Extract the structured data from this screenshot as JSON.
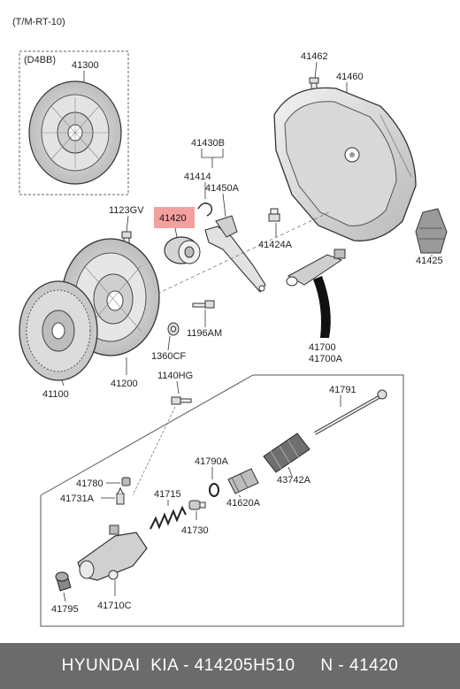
{
  "header": {
    "code": "(T/M-RT-10)"
  },
  "engine_box_label": "(D4BB)",
  "parts": {
    "p41300": "41300",
    "p41462": "41462",
    "p41460": "41460",
    "p41430B": "41430B",
    "p41414": "41414",
    "p41450A": "41450A",
    "p1123GV": "1123GV",
    "p41420": "41420",
    "p41424A": "41424A",
    "p41425": "41425",
    "p1196AM": "1196AM",
    "p1360CF": "1360CF",
    "p41100": "41100",
    "p41200": "41200",
    "p41700": "41700",
    "p41700A": "41700A",
    "p1140HG": "1140HG",
    "p41791": "41791",
    "p41790A": "41790A",
    "p43742A": "43742A",
    "p41780": "41780",
    "p41731A": "41731A",
    "p41715": "41715",
    "p41620A": "41620A",
    "p41730": "41730",
    "p41795": "41795",
    "p41710C": "41710C"
  },
  "highlight_color": "#f4a0a0",
  "footer": {
    "text": "HYUNDAI  KIA - 414205H510     N - 41420"
  }
}
